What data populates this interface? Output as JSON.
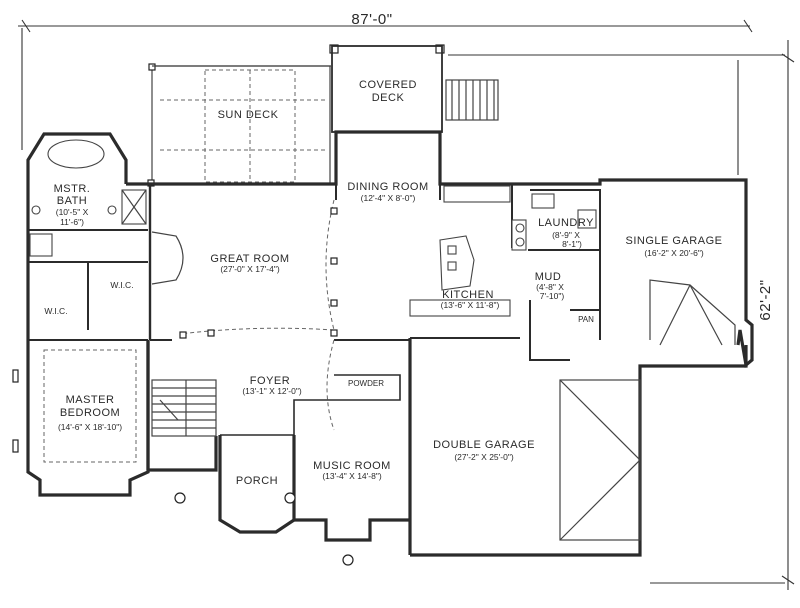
{
  "dimensions": {
    "overall_width": "87'-0\"",
    "overall_depth": "62'-2\""
  },
  "rooms": {
    "sun_deck": {
      "name": "SUN DECK"
    },
    "covered_deck": {
      "name_line1": "COVERED",
      "name_line2": "DECK"
    },
    "mstr_bath": {
      "name_line1": "MSTR.",
      "name_line2": "BATH",
      "size_line1": "(10'-5\" X",
      "size_line2": "11'-6\")"
    },
    "dining_room": {
      "name": "DINING ROOM",
      "size": "(12'-4\" X 8'-0\")"
    },
    "great_room": {
      "name": "GREAT ROOM",
      "size": "(27'-0\" X 17'-4\")"
    },
    "laundry": {
      "name": "LAUNDRY",
      "size_line1": "(8'-9\" X",
      "size_line2": "8'-1\")"
    },
    "single_garage": {
      "name": "SINGLE GARAGE",
      "size": "(16'-2\" X 20'-6\")"
    },
    "kitchen": {
      "name": "KITCHEN",
      "size": "(13'-6\" X 11'-8\")"
    },
    "mud": {
      "name": "MUD",
      "size_line1": "(4'-8\" X",
      "size_line2": "7'-10\")"
    },
    "wic_left": {
      "name": "W.I.C."
    },
    "wic_right": {
      "name": "W.I.C."
    },
    "pan": {
      "name": "PAN"
    },
    "foyer": {
      "name": "FOYER",
      "size": "(13'-1\" X 12'-0\")"
    },
    "powder": {
      "name": "POWDER"
    },
    "master_bedroom": {
      "name_line1": "MASTER",
      "name_line2": "BEDROOM",
      "size": "(14'-6\" X 18'-10\")"
    },
    "double_garage": {
      "name": "DOUBLE GARAGE",
      "size": "(27'-2\" X 25'-0\")"
    },
    "music_room": {
      "name": "MUSIC ROOM",
      "size": "(13'-4\" X 14'-8\")"
    },
    "porch": {
      "name": "PORCH"
    }
  }
}
